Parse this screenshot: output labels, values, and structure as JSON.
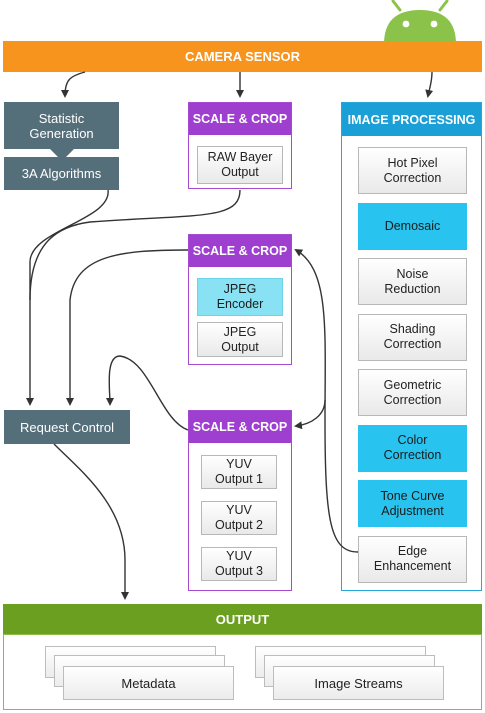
{
  "header": {
    "camera_sensor": "CAMERA SENSOR"
  },
  "left": {
    "statistic_generation": "Statistic\nGeneration",
    "algorithms": "3A Algorithms",
    "request_control": "Request Control"
  },
  "scale_crop_1": {
    "title": "SCALE & CROP",
    "raw_output": "RAW Bayer\nOutput"
  },
  "scale_crop_2": {
    "title": "SCALE & CROP",
    "jpeg_encoder": "JPEG\nEncoder",
    "jpeg_output": "JPEG\nOutput"
  },
  "scale_crop_3": {
    "title": "SCALE & CROP",
    "yuv1": "YUV\nOutput 1",
    "yuv2": "YUV\nOutput 2",
    "yuv3": "YUV\nOutput 3"
  },
  "image_processing": {
    "title": "IMAGE PROCESSING",
    "steps": [
      "Hot Pixel\nCorrection",
      "Demosaic",
      "Noise\nReduction",
      "Shading\nCorrection",
      "Geometric\nCorrection",
      "Color\nCorrection",
      "Tone Curve\nAdjustment",
      "Edge\nEnhancement"
    ]
  },
  "output": {
    "title": "OUTPUT",
    "metadata": "Metadata",
    "image_streams": "Image Streams"
  },
  "colors": {
    "orange": "#f7941d",
    "green": "#6a9f1f",
    "slate": "#546e7a",
    "purple": "#9f3fd0",
    "blue": "#1a9fd6",
    "cyan": "#28c3ee",
    "android_green": "#8bc34a"
  }
}
